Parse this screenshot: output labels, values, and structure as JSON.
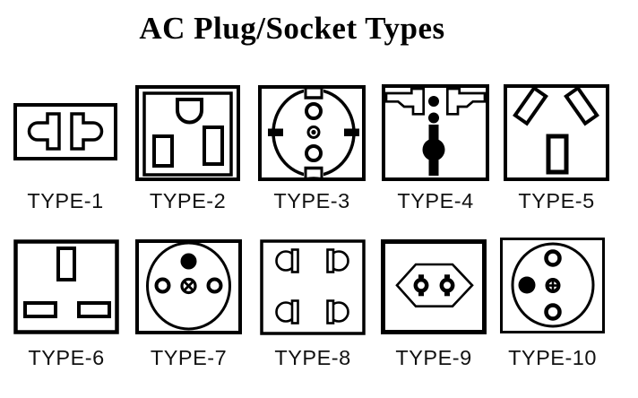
{
  "page": {
    "title": "AC Plug/Socket Types",
    "background_color": "#ffffff",
    "ink_color": "#000000"
  },
  "sockets": [
    {
      "label": "TYPE-1",
      "icon": "dual-combo-slot-socket-icon"
    },
    {
      "label": "TYPE-2",
      "icon": "us-three-prong-socket-icon"
    },
    {
      "label": "TYPE-3",
      "icon": "schuko-socket-icon"
    },
    {
      "label": "TYPE-4",
      "icon": "universal-multi-pin-socket-icon"
    },
    {
      "label": "TYPE-5",
      "icon": "australian-three-slot-socket-icon"
    },
    {
      "label": "TYPE-6",
      "icon": "uk-three-rectangular-slot-socket-icon"
    },
    {
      "label": "TYPE-7",
      "icon": "french-earth-pin-socket-icon"
    },
    {
      "label": "TYPE-8",
      "icon": "four-combo-slot-socket-icon"
    },
    {
      "label": "TYPE-9",
      "icon": "europlug-socket-icon"
    },
    {
      "label": "TYPE-10",
      "icon": "three-round-pin-socket-icon"
    }
  ]
}
